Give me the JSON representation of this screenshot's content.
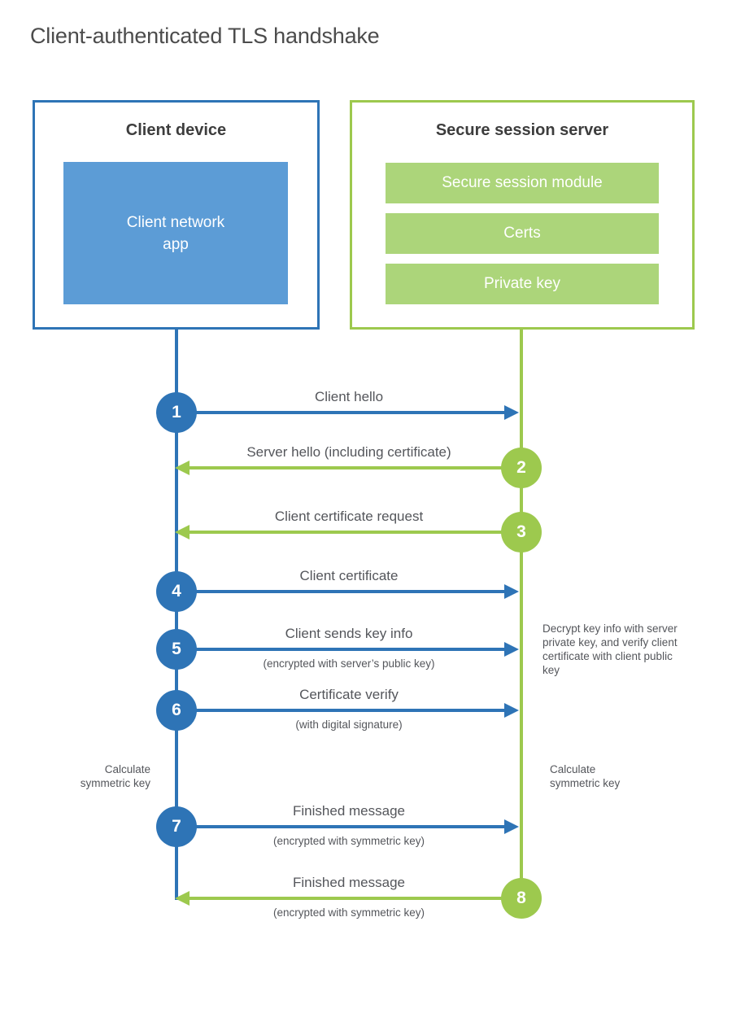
{
  "title": "Client-authenticated TLS handshake",
  "colors": {
    "blue": "#2E74B6",
    "blue_fill": "#5C9CD6",
    "green": "#9DC94E",
    "green_fill": "#ACD57A",
    "label_gray": "#54565b",
    "heading_dark": "#3d3d3d"
  },
  "client": {
    "title": "Client device",
    "app": "Client network\napp"
  },
  "server": {
    "title": "Secure session server",
    "modules": [
      "Secure session module",
      "Certs",
      "Private key"
    ]
  },
  "steps": [
    {
      "num": "1",
      "label": "Client hello",
      "sub": "",
      "direction": "client-to-server"
    },
    {
      "num": "2",
      "label": "Server hello (including certificate)",
      "sub": "",
      "direction": "server-to-client"
    },
    {
      "num": "3",
      "label": "Client certificate request",
      "sub": "",
      "direction": "server-to-client"
    },
    {
      "num": "4",
      "label": "Client certificate",
      "sub": "",
      "direction": "client-to-server"
    },
    {
      "num": "5",
      "label": "Client sends key info",
      "sub": "(encrypted with server’s public key)",
      "direction": "client-to-server"
    },
    {
      "num": "6",
      "label": "Certificate verify",
      "sub": "(with digital signature)",
      "direction": "client-to-server"
    },
    {
      "num": "7",
      "label": "Finished message",
      "sub": "(encrypted with symmetric key)",
      "direction": "client-to-server"
    },
    {
      "num": "8",
      "label": "Finished message",
      "sub": "(encrypted with symmetric key)",
      "direction": "server-to-client"
    }
  ],
  "notes": {
    "decrypt": "Decrypt key info with server private key, and verify client certificate with client public key",
    "calc_left": "Calculate\nsymmetric key",
    "calc_right": "Calculate\nsymmetric key"
  }
}
